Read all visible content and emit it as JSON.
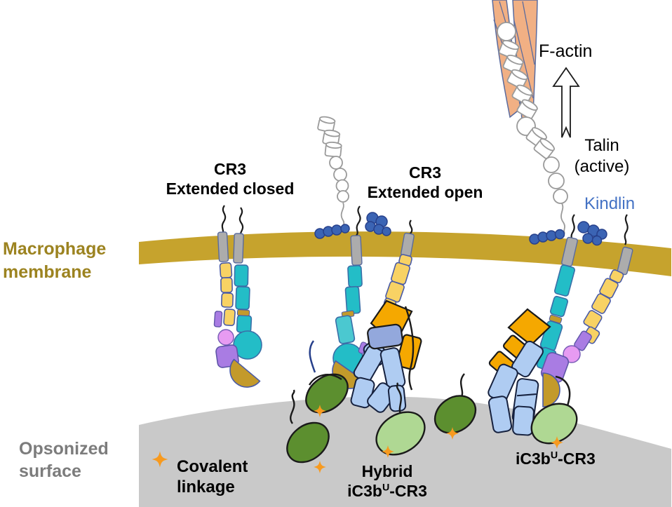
{
  "labels": {
    "cr3_closed": {
      "line1": "CR3",
      "line2": "Extended closed"
    },
    "cr3_open": {
      "line1": "CR3",
      "line2": "Extended open"
    },
    "f_actin": "F-actin",
    "talin": {
      "line1": "Talin",
      "line2": "(active)"
    },
    "kindlin": "Kindlin",
    "macrophage_membrane": {
      "line1": "Macrophage",
      "line2": "membrane"
    },
    "opsonized_surface": {
      "line1": "Opsonized",
      "line2": "surface"
    },
    "covalent_linkage": {
      "line1": "Covalent",
      "line2": "linkage"
    },
    "hybrid_complex": {
      "line1": "Hybrid",
      "base": "iC3b",
      "sup": "U",
      "suffix": "-CR3"
    },
    "ic3b_complex": {
      "base": "iC3b",
      "sup": "U",
      "suffix": "-CR3"
    }
  },
  "legend": {
    "symbol": "four-point-star",
    "meaning": "Covalent linkage"
  },
  "structures": {
    "receptors": [
      "CR3 extended closed",
      "CR3 extended open (hybrid iC3bU-CR3)",
      "iC3bU-CR3 with active talin and kindlin"
    ],
    "membrane": "Macrophage membrane",
    "surface": "Opsonized surface",
    "cytoskeleton": "F-actin",
    "adaptors": [
      "Talin (active)",
      "Talin (inactive)",
      "Kindlin"
    ]
  },
  "colors": {
    "membrane_gold": "#C6A32D",
    "membrane_text": "#9C8320",
    "surface_gray": "#C9C9C9",
    "surface_text": "#7C7C7C",
    "teal_leg": "#23BDC7",
    "teal_light": "#4BC8D0",
    "yellow_leg": "#F8D264",
    "propeller_orange": "#F5A800",
    "purple_domain": "#A97CE3",
    "pink_domain": "#E79BF2",
    "olive_domain": "#C39A2B",
    "tm_gray": "#ACACAC",
    "kindlin_blue": "#3B64B4",
    "kindlin_text": "#4472C4",
    "ic3b_blue": "#AFCCF2",
    "ic3b_blue_dark": "#93A8DC",
    "green_dark": "#5C8F2F",
    "green_light": "#AFD893",
    "actin_orange": "#F1B084",
    "diamond_orange": "#F79A1F"
  }
}
